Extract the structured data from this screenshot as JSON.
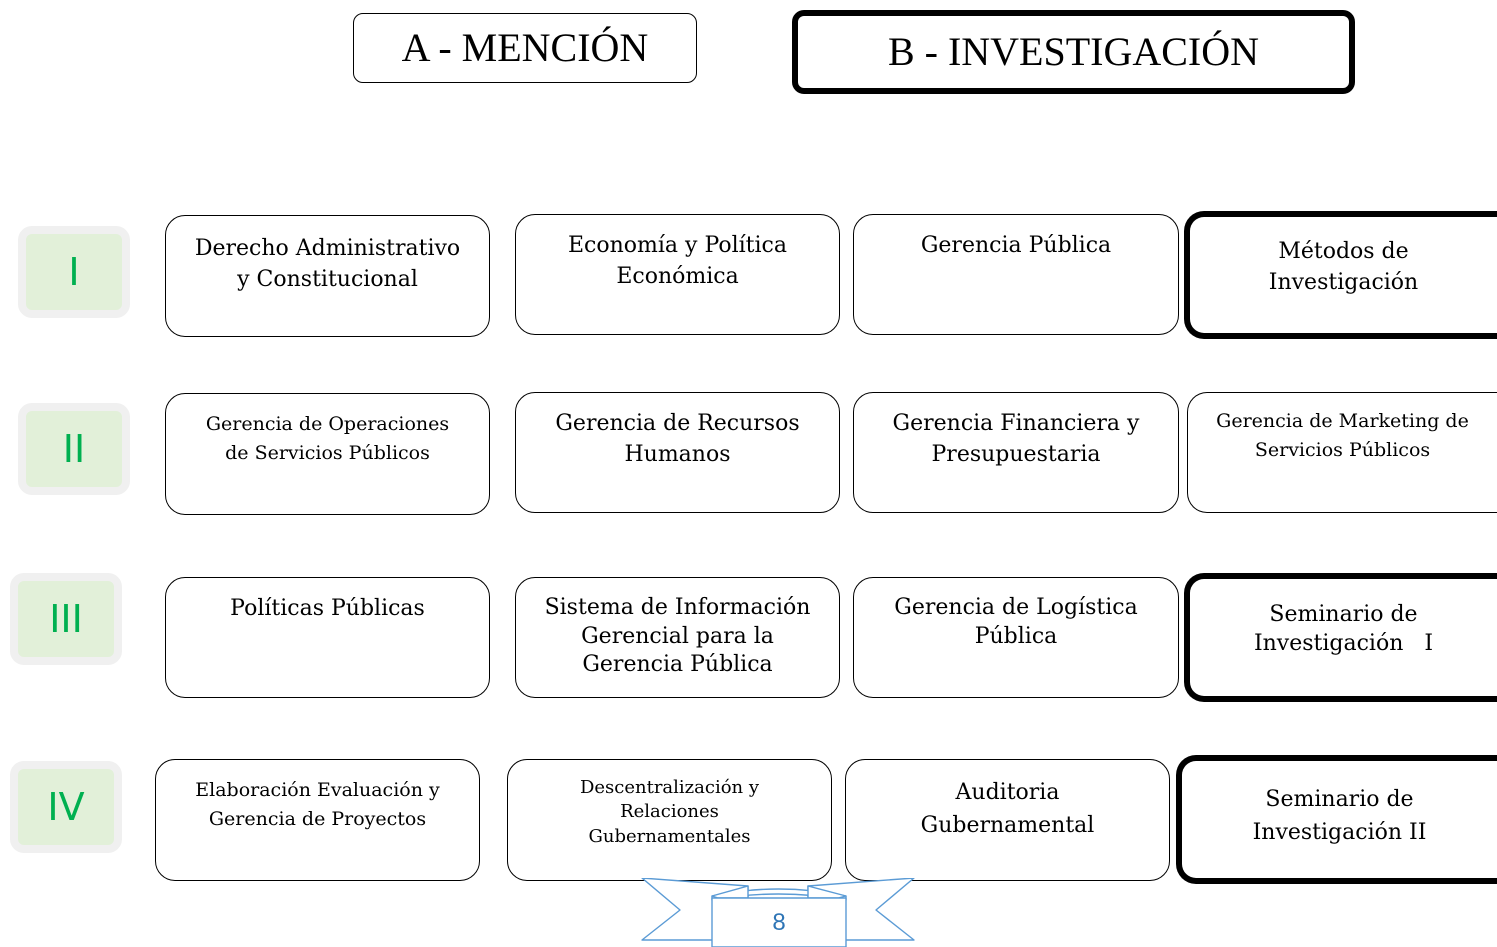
{
  "headers": {
    "a": "A - MENCIÓN",
    "b": "B - INVESTIGACIÓN"
  },
  "levels": [
    "I",
    "II",
    "III",
    "IV"
  ],
  "courses": {
    "row1": [
      [
        "Derecho Administrativo",
        "y Constitucional"
      ],
      [
        "Economía y Política",
        "Económica"
      ],
      [
        "Gerencia Pública"
      ],
      [
        "Métodos de",
        "Investigación"
      ]
    ],
    "row2": [
      [
        "Gerencia de Operaciones",
        "de Servicios Públicos"
      ],
      [
        "Gerencia de Recursos",
        "Humanos"
      ],
      [
        "Gerencia Financiera y",
        "Presupuestaria"
      ],
      [
        "Gerencia de Marketing de",
        "Servicios Públicos"
      ]
    ],
    "row3": [
      [
        "Políticas Públicas"
      ],
      [
        "Sistema de Información",
        "Gerencial para la",
        "Gerencia Pública"
      ],
      [
        "Gerencia de Logística",
        "Pública"
      ],
      [
        "Seminario de",
        "Investigación   I"
      ]
    ],
    "row4": [
      [
        "Elaboración Evaluación y",
        "Gerencia de Proyectos"
      ],
      [
        "Descentralización y",
        "Relaciones",
        "Gubernamentales"
      ],
      [
        "Auditoria",
        "Gubernamental"
      ],
      [
        "Seminario de",
        "Investigación II"
      ]
    ]
  },
  "footer": {
    "page_number": "8",
    "ribbon_color": "#5b9bd5"
  },
  "colors": {
    "level_text": "#00b050",
    "level_fill": "#e2f0d9"
  }
}
